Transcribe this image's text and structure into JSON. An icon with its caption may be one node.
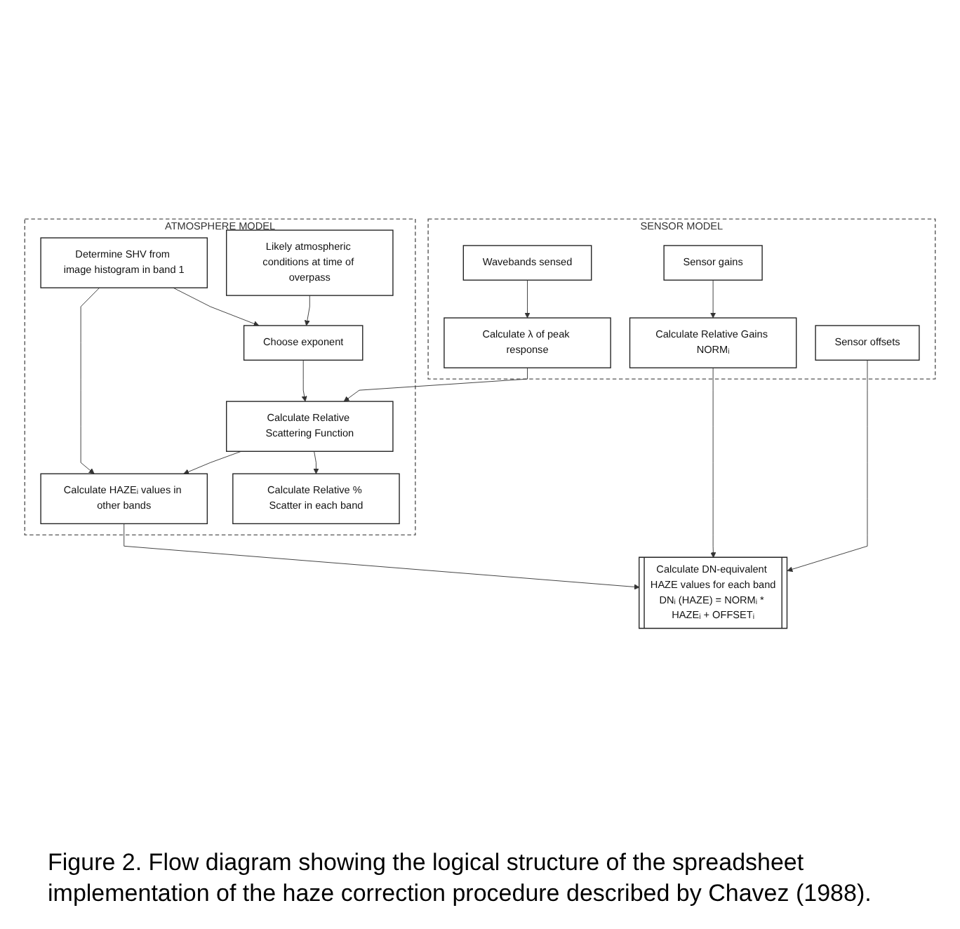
{
  "diagram": {
    "caption": "Figure 2. Flow diagram showing the logical structure of the spreadsheet implementation of the haze correction procedure described by Chavez (1988).",
    "nodes": [
      {
        "text": [
          "ATMOSPHERE MODEL"
        ]
      },
      {
        "text": [
          "Determine SHV from image histogram in band 1"
        ],
        "in": 0
      },
      {
        "text": [
          "Likely atmospheric conditions at time of overpass"
        ],
        "in": 0
      },
      {
        "text": [
          "Choose exponent"
        ],
        "in": 0
      },
      {
        "text": [
          "Calculate Relative Scattering Function"
        ],
        "in": 0
      },
      {
        "text": [
          "Calculate HAZEᵢ values in other bands"
        ],
        "in": 0
      },
      {
        "text": [
          "Calculate Relative % Scatter in each band"
        ],
        "in": 0
      },
      {
        "text": [
          "SENSOR MODEL"
        ]
      },
      {
        "text": [
          "Wavebands sensed"
        ],
        "in": 7
      },
      {
        "text": [
          "Sensor gains"
        ],
        "in": 7
      },
      {
        "text": [
          "Sensor offsets"
        ],
        "in": 7
      },
      {
        "text": [
          "Calculate λ of peak response"
        ],
        "in": 7
      },
      {
        "text": [
          "Calculate Relative Gains NORMᵢ"
        ],
        "in": 7
      },
      {
        "text": [
          "Calculate DN-equivalent HAZE values for each band",
          "DNᵢ (HAZE) = NORMᵢ * HAZEᵢ + OFFSETᵢ"
        ]
      }
    ],
    "edges": [
      {
        "from": 1,
        "to": 3,
        "arrow": "to"
      },
      {
        "from": 2,
        "to": 3,
        "arrow": "to"
      },
      {
        "from": 1,
        "to": 5,
        "arrow": "to"
      },
      {
        "from": 3,
        "to": 4,
        "arrow": "to"
      },
      {
        "from": 11,
        "to": 4,
        "arrow": "to"
      },
      {
        "from": 4,
        "to": 5,
        "arrow": "to"
      },
      {
        "from": 4,
        "to": 6,
        "arrow": "to"
      },
      {
        "from": 8,
        "to": 11,
        "arrow": "to"
      },
      {
        "from": 9,
        "to": 12,
        "arrow": "to"
      },
      {
        "from": 5,
        "to": 13,
        "arrow": "to"
      },
      {
        "from": 12,
        "to": 13,
        "arrow": "to"
      },
      {
        "from": 10,
        "to": 13,
        "arrow": "to"
      }
    ]
  }
}
